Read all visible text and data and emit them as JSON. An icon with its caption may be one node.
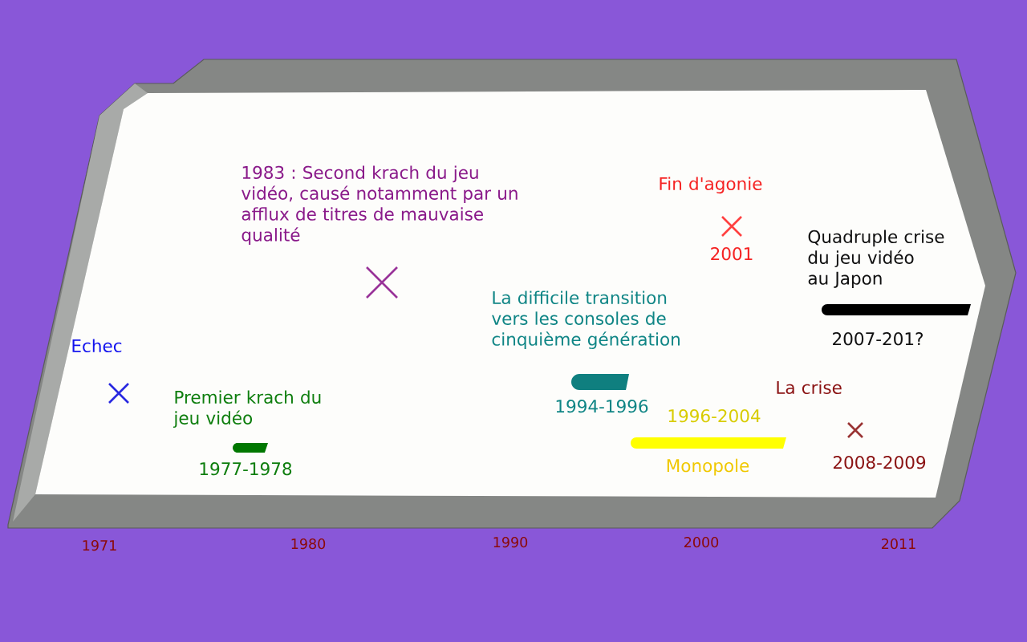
{
  "diagram": {
    "labels": [
      "1983 : Second krach du jeu vidéo, causé notamment par un afflux de titres de mauvaise qualité",
      "Fin d'agonie",
      "2001",
      "Quadruple crise du jeu vidéo au Japon",
      "2007-201?",
      "La difficile transition vers les consoles de cinquième génération",
      "Echec",
      "Premier krach du jeu vidéo",
      "1994-1996",
      "La crise",
      "1996-2004",
      "2008-2009",
      "Monopole",
      "1977-1978",
      "1971",
      "1980",
      "1990",
      "2000",
      "2011"
    ]
  }
}
